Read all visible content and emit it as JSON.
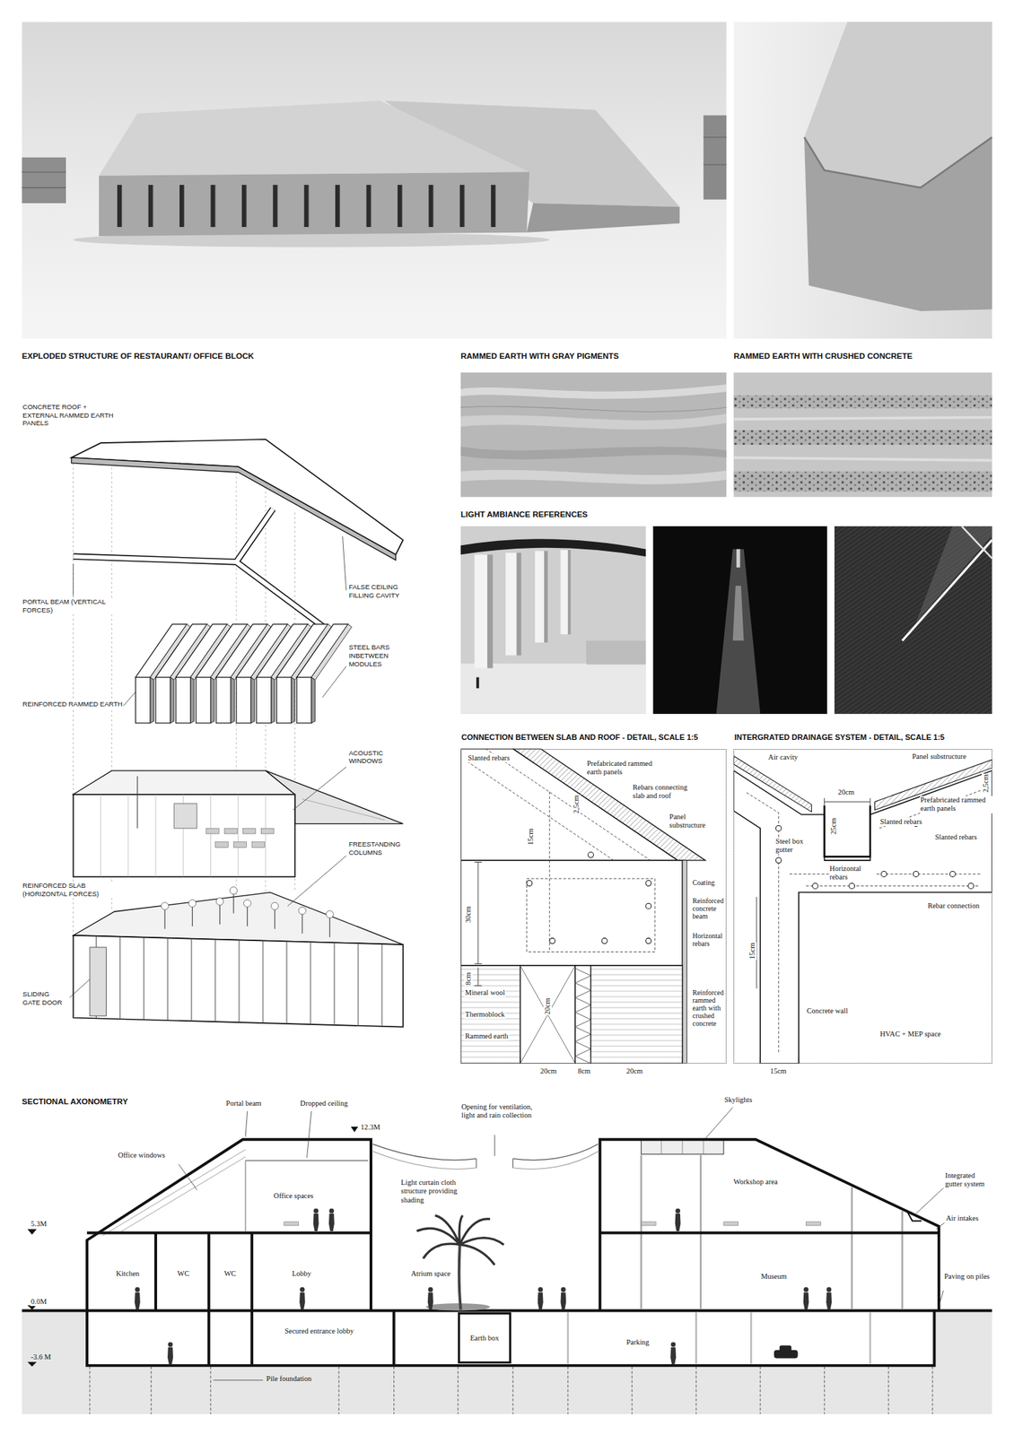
{
  "diagram": {
    "nodes": [
      {
        "text": [
          "CONNECTION BETWEEN SLAB AND ROOF - DETAIL, SCALE 1:5"
        ]
      },
      {
        "text": [
          "INTERGRATED DRAINAGE SYSTEM - DETAIL, SCALE 1:5"
        ]
      },
      {
        "text": [
          "Earth box"
        ]
      }
    ],
    "labels": [
      "EXPLODED STRUCTURE OF RESTAURANT/ OFFICE BLOCK",
      "CONCRETE ROOF + EXTERNAL RAMMED EARTH PANELS",
      "FALSE CEILING FILLING CAVITY",
      "PORTAL BEAM (VERTICAL FORCES)",
      "STEEL BARS INBETWEEN MODULES",
      "REINFORCED RAMMED EARTH",
      "ACOUSTIC WINDOWS",
      "FREESTANDING COLUMNS",
      "REINFORCED SLAB (HORIZONTAL FORCES)",
      "SLIDING GATE DOOR",
      "RAMMED EARTH WITH GRAY PIGMENTS",
      "RAMMED EARTH WITH CRUSHED CONCRETE",
      "LIGHT AMBIANCE REFERENCES",
      "Slanted rebars",
      "Prefabricated rammed earth panels",
      "Rebars connecting slab and roof",
      "2,5cm",
      "15cm",
      "Panel substructure",
      "Coating",
      "Reinforced concrete beam",
      "Horizontal rebars",
      "30cm",
      "8cm",
      "Mineral wool",
      "Thermoblock",
      "20cm",
      "Rammed earth",
      "Reinforced rammed earth with crushed concrete",
      "20cm",
      "8cm",
      "20cm",
      "Air cavity",
      "20cm",
      "Panel substructure",
      "2,5cm",
      "Slanted rebars",
      "Prefabricated rammed earth panels",
      "Steel box gutter",
      "Slanted rebars",
      "25cm",
      "Horizontal rebars",
      "15cm",
      "Rebar connection",
      "Concrete wall",
      "HVAC + MEP space",
      "15cm",
      "SECTIONAL AXONOMETRY",
      "Portal beam",
      "Dropped ceiling",
      "12.3M",
      "Opening for ventilation, light and rain collection",
      "Skylights",
      "Office windows",
      "Office spaces",
      "5.3M",
      "Kitchen",
      "WC",
      "WC",
      "Lobby",
      "Light curtain cloth structure providing shading",
      "Atrium space",
      "Workshop area",
      "Integrated gutter system",
      "Air intakes",
      "Museum",
      "Paving on piles",
      "0.0M",
      "Secured entrance lobby",
      "Parking",
      "-3.6 M",
      "Pile foundation"
    ]
  }
}
